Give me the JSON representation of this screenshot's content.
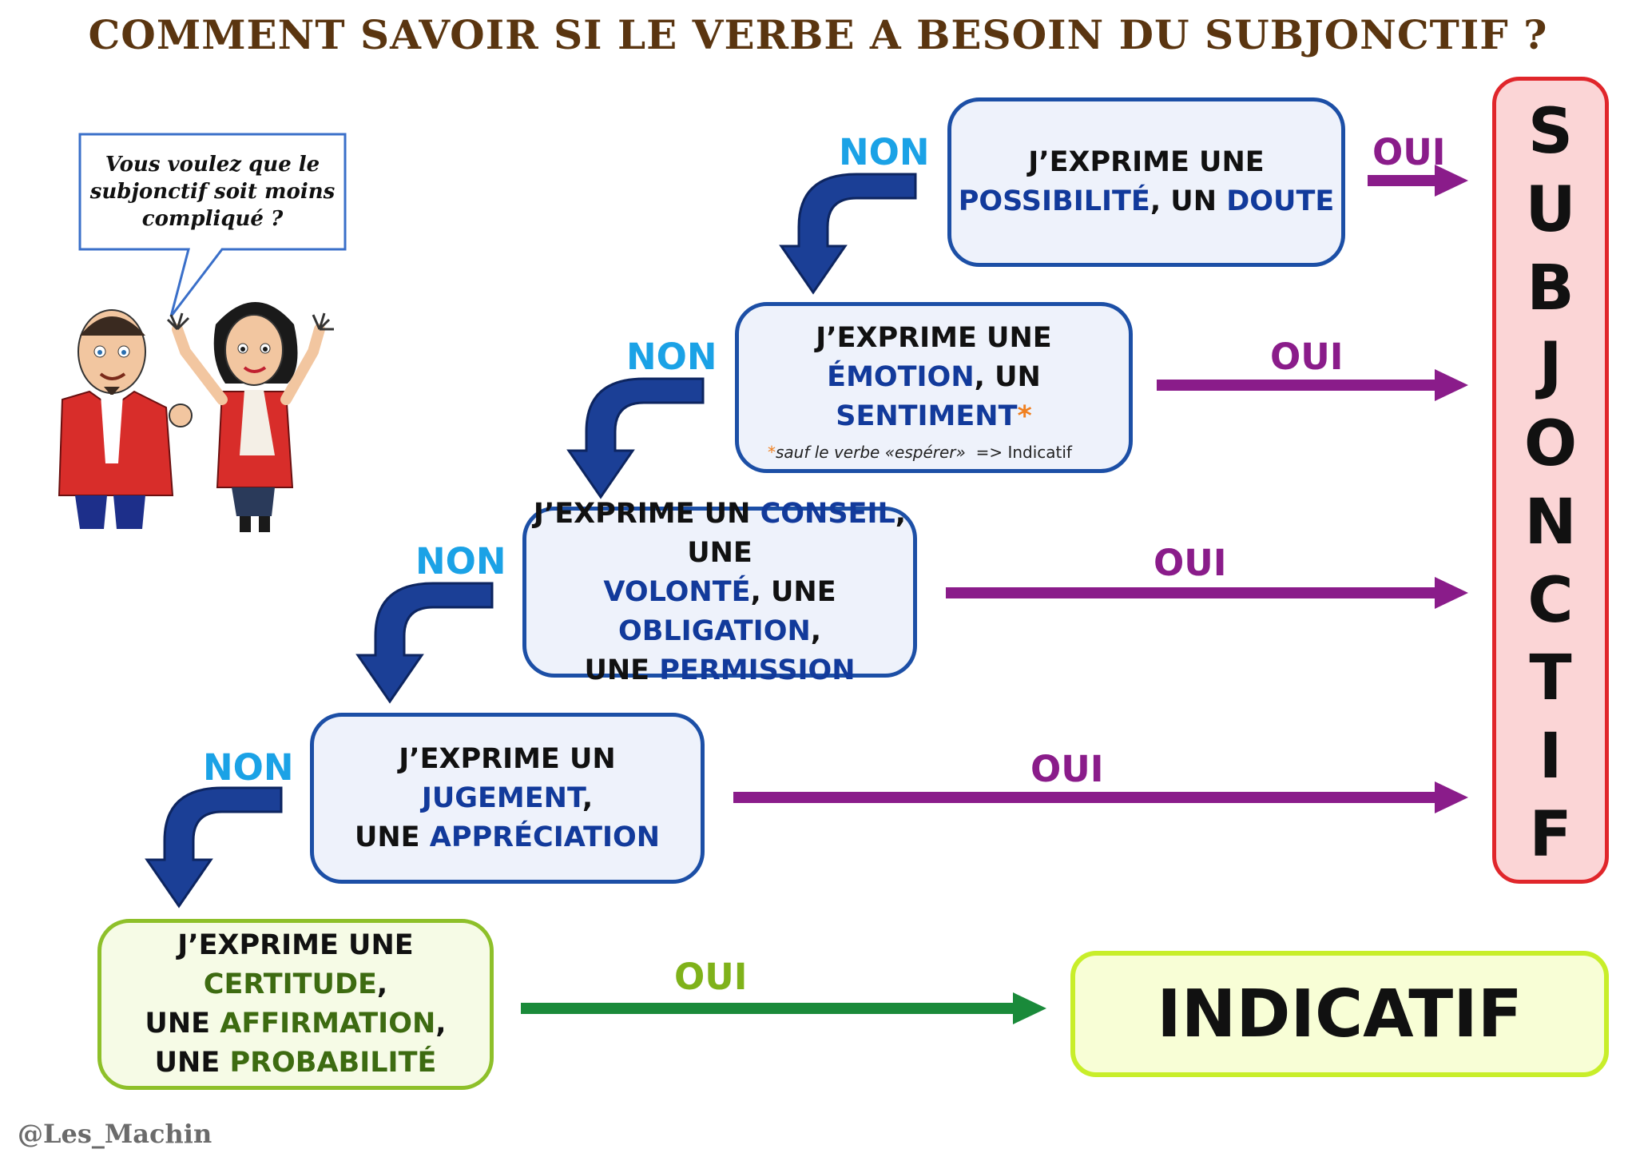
{
  "title": "COMMENT SAVOIR SI LE VERBE A BESOIN DU SUBJONCTIF ?",
  "speech_bubble": "Vous voulez que le subjonctif soit moins compliqué ?",
  "labels": {
    "non": "NON",
    "oui": "OUI"
  },
  "steps": [
    {
      "line1": "J’EXPRIME UNE",
      "a": "POSSIBILITÉ",
      "sep": ", UN ",
      "b": "DOUTE"
    },
    {
      "line1": "J’EXPRIME UNE",
      "a": "ÉMOTION",
      "sep": ", UN ",
      "b": "SENTIMENT",
      "star": "*",
      "note_star": "*",
      "note_a": "sauf le verbe «espérer»",
      "note_b": "=> Indicatif"
    },
    {
      "p1": "J’EXPRIME UN ",
      "a": "CONSEIL",
      "p2": ", UNE",
      "b": "VOLONTÉ",
      "p3": ", UNE ",
      "c": "OBLIGATION",
      "p4": ",",
      "p5": "UNE ",
      "d": "PERMISSION"
    },
    {
      "p1": "J’EXPRIME UN ",
      "a": "JUGEMENT",
      "p2": ",",
      "p3": "UNE ",
      "b": "APPRÉCIATION"
    },
    {
      "p1": "J’EXPRIME UNE ",
      "a": "CERTITUDE",
      "p2": ",",
      "p3": "UNE ",
      "b": "AFFIRMATION",
      "p4": ",",
      "p5": "UNE ",
      "c": "PROBABILITÉ"
    }
  ],
  "results": {
    "subjonctif_letters": [
      "S",
      "U",
      "B",
      "J",
      "O",
      "N",
      "C",
      "T",
      "I",
      "F"
    ],
    "indicatif": "INDICATIF"
  },
  "credit": "@Les_Machin",
  "colors": {
    "title": "#5a3510",
    "box_border": "#1c4fa6",
    "box_fill": "#eef2fb",
    "highlight": "#123a9b",
    "non": "#1ba2e6",
    "oui": "#8a1c8a",
    "oui_last": "#7fb21a",
    "arrow_purple": "#8a1c8a",
    "arrow_green": "#1a8a3a",
    "bent_arrow": "#1b3f96",
    "subjonctif_border": "#e0262b",
    "subjonctif_fill": "#fbd5d6",
    "indicatif_border": "#c8ee2a",
    "indicatif_fill": "#f8fed6",
    "last_box_border": "#8ec02a",
    "last_highlight": "#3d6b11"
  }
}
